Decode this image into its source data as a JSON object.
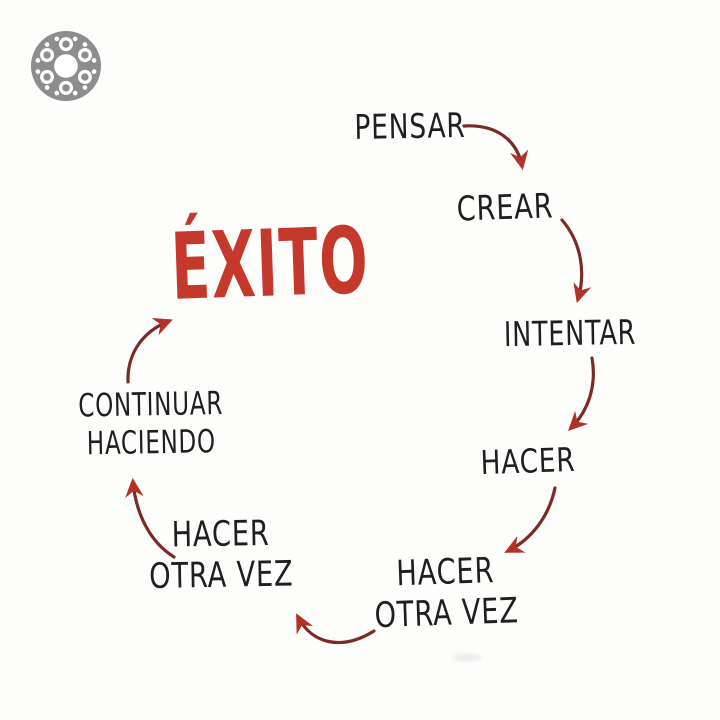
{
  "goal": {
    "label": "ÉXITO"
  },
  "steps": [
    {
      "name": "pensar",
      "lines": [
        "PENSAR"
      ]
    },
    {
      "name": "crear",
      "lines": [
        "CREAR"
      ]
    },
    {
      "name": "intentar",
      "lines": [
        "INTENTAR"
      ]
    },
    {
      "name": "hacer",
      "lines": [
        "HACER"
      ]
    },
    {
      "name": "hacer-otra-vez-derecha",
      "lines": [
        "HACER",
        "OTRA VEZ"
      ]
    },
    {
      "name": "hacer-otra-vez-izquierda",
      "lines": [
        "HACER",
        "OTRA VEZ"
      ]
    },
    {
      "name": "continuar-haciendo",
      "lines": [
        "CONTINUAR",
        "HACIENDO"
      ]
    }
  ],
  "arrows": [
    {
      "from": "PENSAR",
      "to": "CREAR"
    },
    {
      "from": "CREAR",
      "to": "INTENTAR"
    },
    {
      "from": "INTENTAR",
      "to": "HACER"
    },
    {
      "from": "HACER",
      "to": "HACER OTRA VEZ"
    },
    {
      "from": "HACER OTRA VEZ",
      "to": "HACER OTRA VEZ"
    },
    {
      "from": "HACER OTRA VEZ",
      "to": "CONTINUAR HACIENDO"
    },
    {
      "from": "CONTINUAR HACIENDO",
      "to": "ÉXITO"
    }
  ],
  "colors": {
    "background": "#fdfdfc",
    "ink": "#1f1f1f",
    "accent": "#c5382c",
    "arrow": "#7a2c24",
    "arrowhead": "#b23227",
    "logo_gray": "#8d8d8d"
  }
}
